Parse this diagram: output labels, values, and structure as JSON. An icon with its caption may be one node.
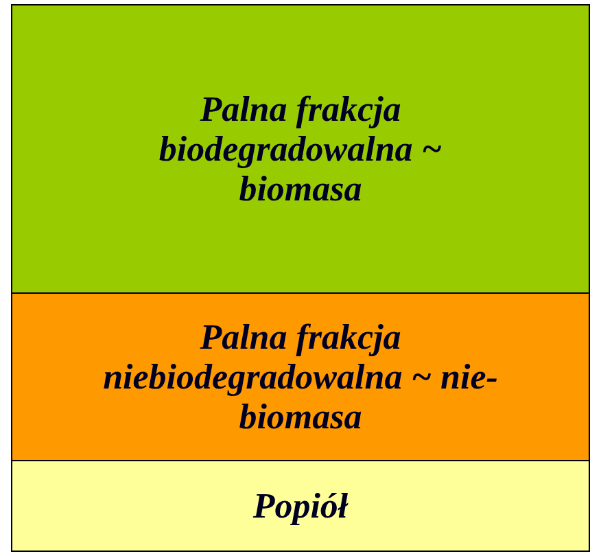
{
  "diagram": {
    "nodes": [
      {
        "text": [
          "Palna frakcja biodegradowalna ~ biomasa"
        ]
      },
      {
        "text": [
          "Palna frakcja niebiodegradowalna ~ nie-biomasa"
        ]
      },
      {
        "text": [
          "Popiół"
        ]
      }
    ]
  }
}
